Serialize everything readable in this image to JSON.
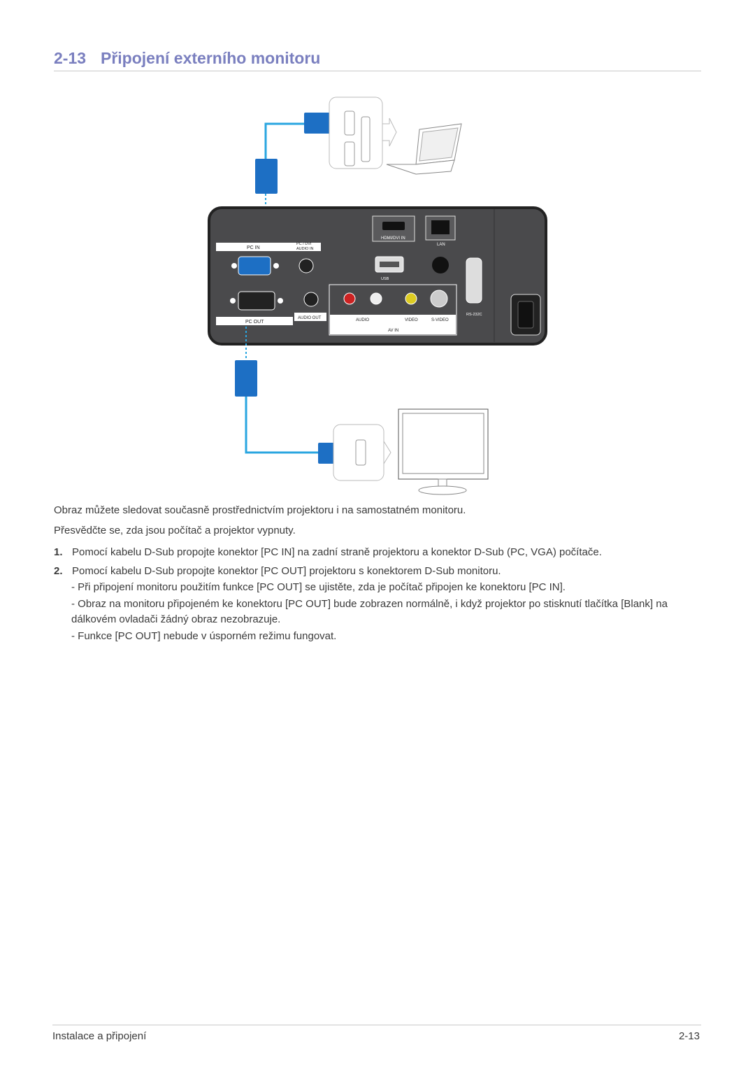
{
  "section": {
    "number": "2-13",
    "title": "Připojení externího monitoru"
  },
  "figure": {
    "ports": {
      "pc_in": "PC IN",
      "pc_dvi_audio_in_1": "PC / DVI",
      "pc_dvi_audio_in_2": "AUDIO IN",
      "hdmi": "HDMI/DVI IN",
      "lan": "LAN",
      "usb": "USB",
      "pc_out": "PC OUT",
      "audio_out": "AUDIO OUT",
      "audio": "AUDIO",
      "video": "VIDEO",
      "s_video": "S-VIDEO",
      "av_in": "AV IN",
      "rs232c": "RS-232C"
    }
  },
  "intro": [
    "Obraz můžete sledovat současně prostřednictvím projektoru i na samostatném monitoru.",
    "Přesvědčte se, zda jsou počítač a projektor vypnuty."
  ],
  "steps": [
    {
      "num": "1.",
      "text": "Pomocí kabelu D-Sub propojte konektor [PC IN] na zadní straně projektoru a konektor D-Sub (PC, VGA) počítače."
    },
    {
      "num": "2.",
      "text": "Pomocí kabelu D-Sub propojte konektor [PC OUT] projektoru s konektorem D-Sub monitoru."
    }
  ],
  "notes": [
    "- Při připojení monitoru použitím funkce [PC OUT] se ujistěte, zda je počítač připojen ke konektoru [PC IN].",
    "- Obraz na monitoru připojeném ke konektoru [PC OUT] bude zobrazen normálně, i když projektor po stisknutí tlačítka [Blank] na dálkovém ovladači žádný obraz nezobrazuje.",
    "- Funkce [PC OUT] nebude v úsporném režimu fungovat."
  ],
  "footer": {
    "left": "Instalace a připojení",
    "right": "2-13"
  },
  "colors": {
    "heading": "#7a7fbf",
    "cable": "#2aa6e0",
    "connector": "#1d6fc4",
    "panel": "#4a4a4c"
  }
}
